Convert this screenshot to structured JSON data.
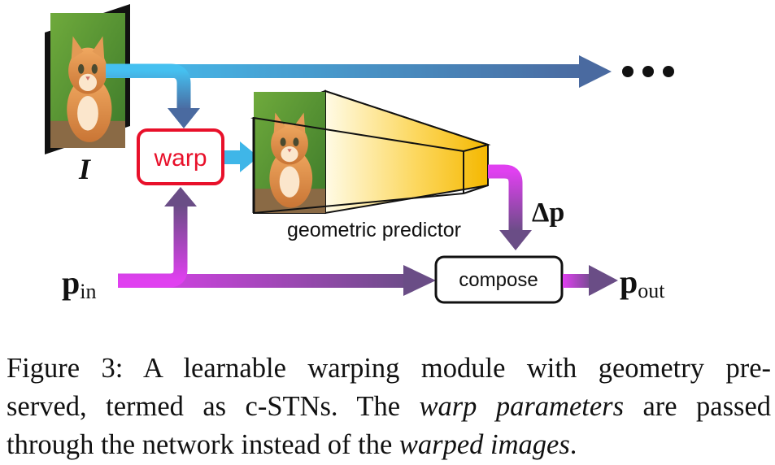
{
  "figure": {
    "input_symbol": "I",
    "warp_label": "warp",
    "geometric_predictor_label": "geometric predictor",
    "compose_label": "compose",
    "delta_p": {
      "symbol": "Δ",
      "var": "p"
    },
    "p_in": {
      "var": "p",
      "sub": "in"
    },
    "p_out": {
      "var": "p",
      "sub": "out"
    },
    "colors": {
      "blue_arrow": "#3fb6e8",
      "blue_arrow_dark": "#4a6aa0",
      "magenta_arrow": "#e040f0",
      "purple_arrow": "#6a4d86",
      "warp_border": "#e8102a",
      "predictor_yellow": "#f5b800"
    }
  },
  "caption": {
    "line1": "Figure 3: A learnable warping module with geometry pre-",
    "line2_a": "served, termed as c-STNs. The ",
    "line2_em": "warp parameters",
    "line2_b": " are passed",
    "line3_a": "through the network instead of the ",
    "line3_em": "warped images",
    "line3_b": "."
  }
}
